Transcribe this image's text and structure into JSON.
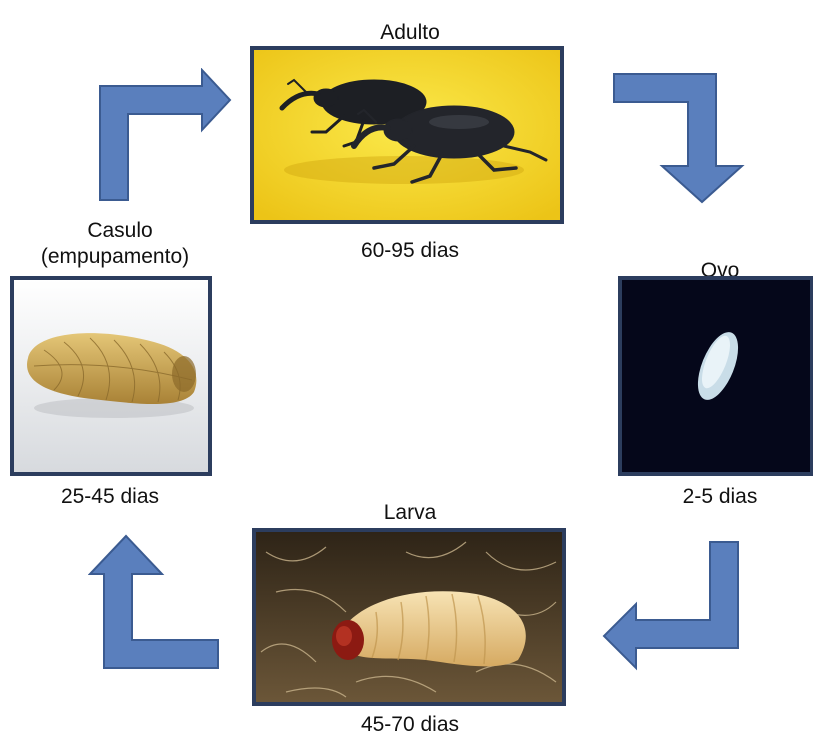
{
  "stages": {
    "adult": {
      "title": "Adulto",
      "duration": "60-95 dias"
    },
    "egg": {
      "title": "Ovo",
      "duration": "2-5 dias"
    },
    "larva": {
      "title": "Larva",
      "duration": "45-70 dias"
    },
    "pupa": {
      "title_line1": "Casulo",
      "title_line2": "(empupamento)",
      "duration": "25-45 dias"
    }
  },
  "colors": {
    "arrow_fill": "#5a7fbd",
    "frame_border": "#2c3d5e",
    "adult_background": "#f4dc2a",
    "egg_background": "#05071a"
  },
  "icons": [
    "weevil-image",
    "egg-image",
    "larva-image",
    "cocoon-image",
    "cycle-arrow"
  ]
}
